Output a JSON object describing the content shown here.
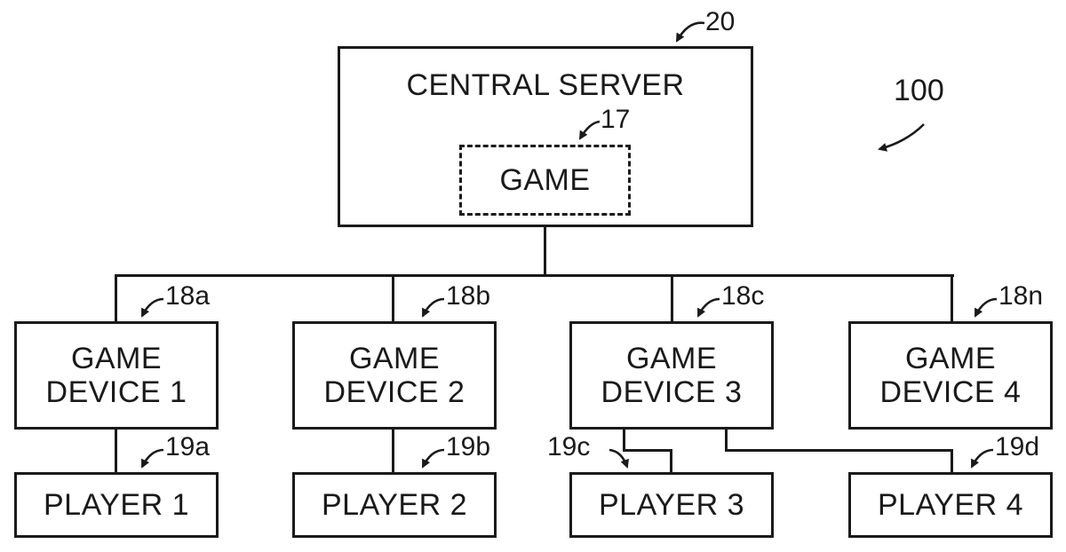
{
  "figure_ref": "100",
  "server": {
    "label": "CENTRAL SERVER",
    "ref": "20",
    "game": {
      "label": "GAME",
      "ref": "17"
    }
  },
  "devices": [
    {
      "line1": "GAME",
      "line2": "DEVICE 1",
      "ref": "18a"
    },
    {
      "line1": "GAME",
      "line2": "DEVICE 2",
      "ref": "18b"
    },
    {
      "line1": "GAME",
      "line2": "DEVICE 3",
      "ref": "18c"
    },
    {
      "line1": "GAME",
      "line2": "DEVICE 4",
      "ref": "18n"
    }
  ],
  "players": [
    {
      "label": "PLAYER 1",
      "ref": "19a"
    },
    {
      "label": "PLAYER 2",
      "ref": "19b"
    },
    {
      "label": "PLAYER 3",
      "ref": "19c"
    },
    {
      "label": "PLAYER 4",
      "ref": "19d"
    }
  ],
  "colors": {
    "ink": "#1a1a1a",
    "background": "#ffffff"
  }
}
